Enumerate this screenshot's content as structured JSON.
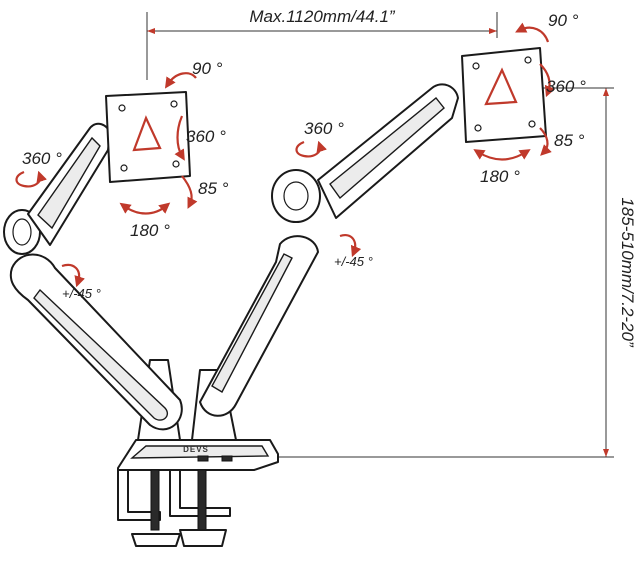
{
  "dimensions": {
    "width_label": "Max.1120mm/44.1”",
    "height_label": "185-510mm/7.2-20”"
  },
  "left_arm": {
    "tilt": "90 °",
    "rotate": "360 °",
    "swivel_base": "85 °",
    "pan": "180 °",
    "elbow_rotate": "360 °",
    "base_swivel": "+/-45 °"
  },
  "right_arm": {
    "tilt": "90 °",
    "rotate": "360 °",
    "swivel_base": "85 °",
    "pan": "180 °",
    "elbow_rotate": "360 °",
    "base_swivel": "+/-45 °"
  },
  "base": {
    "logo": "DEVS"
  },
  "colors": {
    "arrow": "#c0392b",
    "outline": "#1a1a1a"
  }
}
